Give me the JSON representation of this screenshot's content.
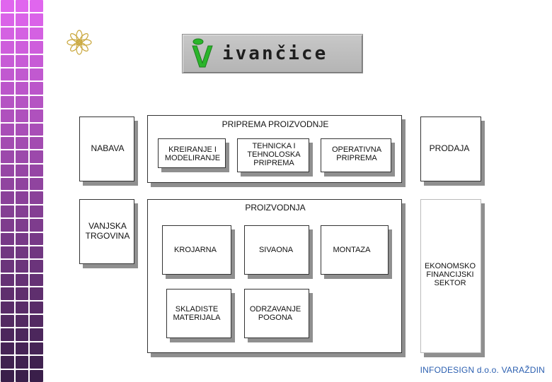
{
  "header": {
    "logo_text": "ivančice"
  },
  "diagram": {
    "nabava": "NABAVA",
    "priprema_title": "PRIPREMA PROIZVODNJE",
    "kreiranje": "KREIRANJE I\nMODELIRANJE",
    "tehnicka": "TEHNICKA I\nTEHNOLOSKA\nPRIPREMA",
    "operativna": "OPERATIVNA\nPRIPREMA",
    "prodaja": "PRODAJA",
    "vanjska": "VANJSKA\nTRGOVINA",
    "proizvodnja_title": "PROIZVODNJA",
    "krojarna": "KROJARNA",
    "sivaona": "SIVAONA",
    "montaza": "MONTAZA",
    "skladiste": "SKLADISTE\nMATERIJALA",
    "odrzavanje": "ODRZAVANJE\nPOGONA",
    "ekonomsko": "EKONOMSKO\nFINANCIJSKI\nSEKTOR"
  },
  "footer": {
    "text": "INFODESIGN d.o.o. VARAŽDIN"
  },
  "colors": {
    "strip_top": "#e066ee",
    "strip_bottom": "#3a1f4a",
    "logo_green": "#2bb52b",
    "footer_blue": "#2b5fb0"
  }
}
